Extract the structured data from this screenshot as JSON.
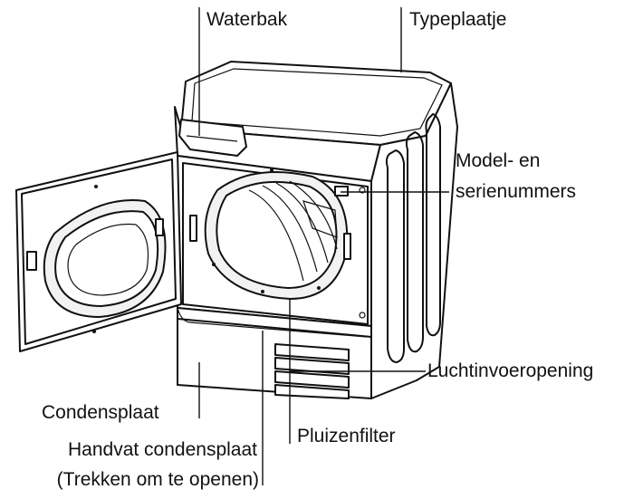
{
  "labels": {
    "waterbak": "Waterbak",
    "typeplaatje": "Typeplaatje",
    "model_line1": "Model- en",
    "model_line2": "serienummers",
    "luchtinvoer": "Luchtinvoeropening",
    "condensplaat": "Condensplaat",
    "pluizenfilter": "Pluizenfilter",
    "handvat_line1": "Handvat condensplaat",
    "handvat_line2": "(Trekken om te openen)"
  }
}
